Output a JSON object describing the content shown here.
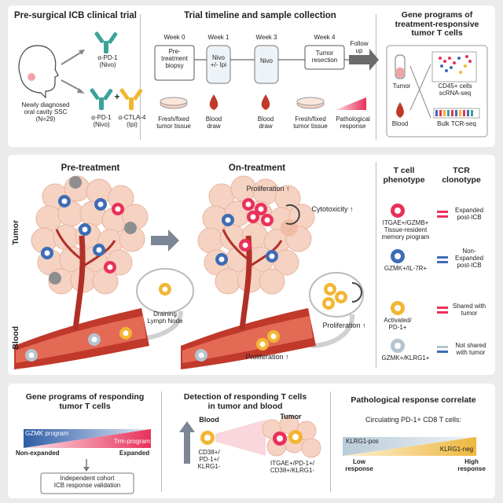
{
  "top": {
    "trial_title": "Pre-surgical ICB clinical trial",
    "patient_label": "Newly diagnosed\noral cavity SSC\n(N=29)",
    "ab1_label": "α-PD-1\n(Nivo)",
    "ab2_label": "α-PD-1\n(Nivo)",
    "ab3_label": "α-CTLA-4\n(Ipi)",
    "plus": "+",
    "timeline_title": "Trial timeline and sample collection",
    "weeks": [
      "Week 0",
      "Week 1",
      "Week 3",
      "Week 4"
    ],
    "followup": "Follow\nup",
    "steps": [
      "Pre-\ntreatment\nbiopsy",
      "Nivo\n+/- Ipi",
      "Nivo",
      "Tumor\nresection"
    ],
    "samples": [
      "Fresh/fixed\ntumor tissue",
      "Blood\ndraw",
      "Blood\ndraw",
      "Fresh/fixed\ntumor tissue",
      "Pathological\nresponse"
    ],
    "gene_title": "Gene programs of\ntreatment-responsive\ntumor T cells",
    "tumor": "Tumor",
    "blood": "Blood",
    "scrna": "CD45+ cells\nscRNA-seq",
    "tcr": "Bulk TCR-seq"
  },
  "middle": {
    "pre": "Pre-treatment",
    "on": "On-treatment",
    "tumor_side": "Tumor",
    "blood_side": "Blood",
    "lymph": "Draining\nLymph Node",
    "prolif1": "Proliferation ↑",
    "cytotox": "Cytotoxicity ↑",
    "prolif2": "Proliferation ↑",
    "prolif3": "Proliferation ↑",
    "legend_head1": "T cell\nphenotype",
    "legend_head2": "TCR\nclonotype",
    "legend": [
      {
        "phenotype": "ITGAE+/GZMB+\nTissue-resident\nmemory program",
        "clonotype": "Expanded\npost-ICB"
      },
      {
        "phenotype": "GZMK+/IL-7R+",
        "clonotype": "Non-\nExpanded\npost-ICB"
      },
      {
        "phenotype": "Activated/\nPD-1+",
        "clonotype": "Shared with\ntumor"
      },
      {
        "phenotype": "GZMK+/KLRG1+",
        "clonotype": "Not shared\nwith tumor"
      }
    ]
  },
  "bottom": {
    "b1_title": "Gene programs of responding\ntumor T cells",
    "gzmk": "GZMK program",
    "trm": "Trm-program",
    "nonexp": "Non-expanded",
    "exp": "Expanded",
    "validation": "Independent cohort\nICB response validation",
    "b2_title": "Detection of responding T cells\nin tumor and blood",
    "blood": "Blood",
    "tumor": "Tumor",
    "blood_marker": "CD38+/\nPD-1+/\nKLRG1-",
    "tumor_marker": "ITGAE+/PD-1+/\nCD38+/KLRG1-",
    "b3_title": "Pathological response correlate",
    "circ": "Circulating PD-1+ CD8 T cells:",
    "klrg_pos": "KLRG1-pos",
    "klrg_neg": "KLRG1-neg",
    "low": "Low\nresponse",
    "high": "High\nresponse"
  },
  "colors": {
    "red": "#e8315a",
    "blue": "#3e6cb5",
    "yellow": "#f2b632",
    "gray": "#b5c4cf",
    "teal": "#3aa39a",
    "vessel": "#c0392b",
    "tissue": "#f6d2c2"
  }
}
